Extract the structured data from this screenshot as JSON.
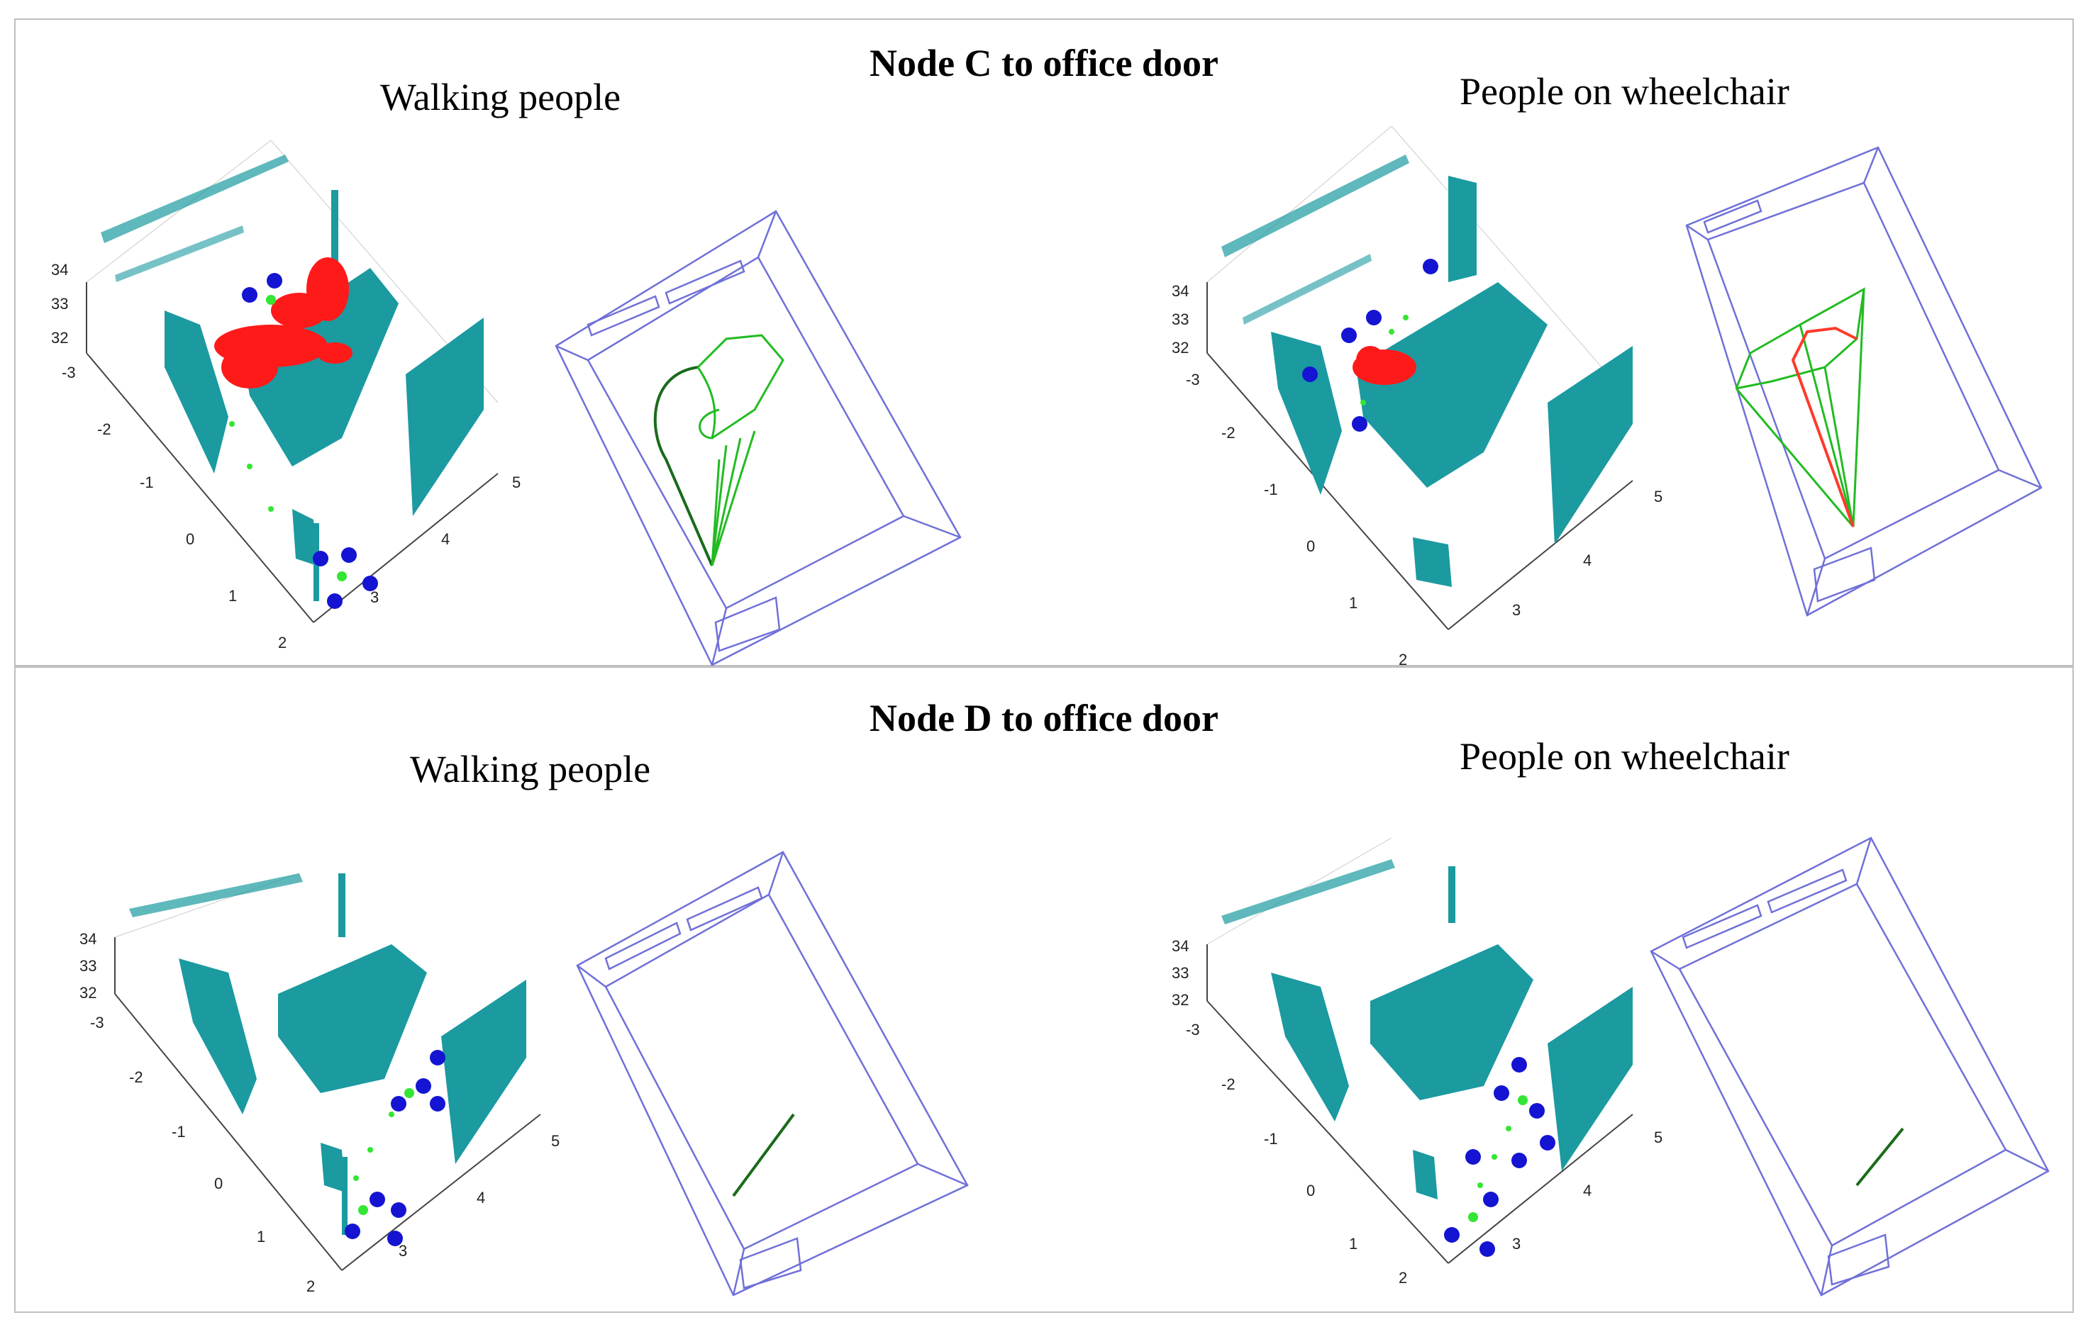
{
  "panels": [
    {
      "title": "Node C to office door",
      "left_label": "Walking people",
      "right_label": "People on wheelchair"
    },
    {
      "title": "Node D to office door",
      "left_label": "Walking people",
      "right_label": "People on wheelchair"
    }
  ],
  "axis_ticks": {
    "z": [
      "34",
      "33",
      "32"
    ],
    "x": [
      "-3",
      "-2",
      "-1",
      "0",
      "1",
      "2"
    ],
    "y": [
      "3",
      "4",
      "5"
    ]
  },
  "colors": {
    "point_cloud": "#1b9aa0",
    "obstacle": "#ff1a1a",
    "node": "#1414d2",
    "path_point": "#33e633",
    "frame": "#7070d8",
    "path_green": "#22bb22",
    "path_dark": "#1a6b1a",
    "path_red": "#ff3a2a"
  }
}
